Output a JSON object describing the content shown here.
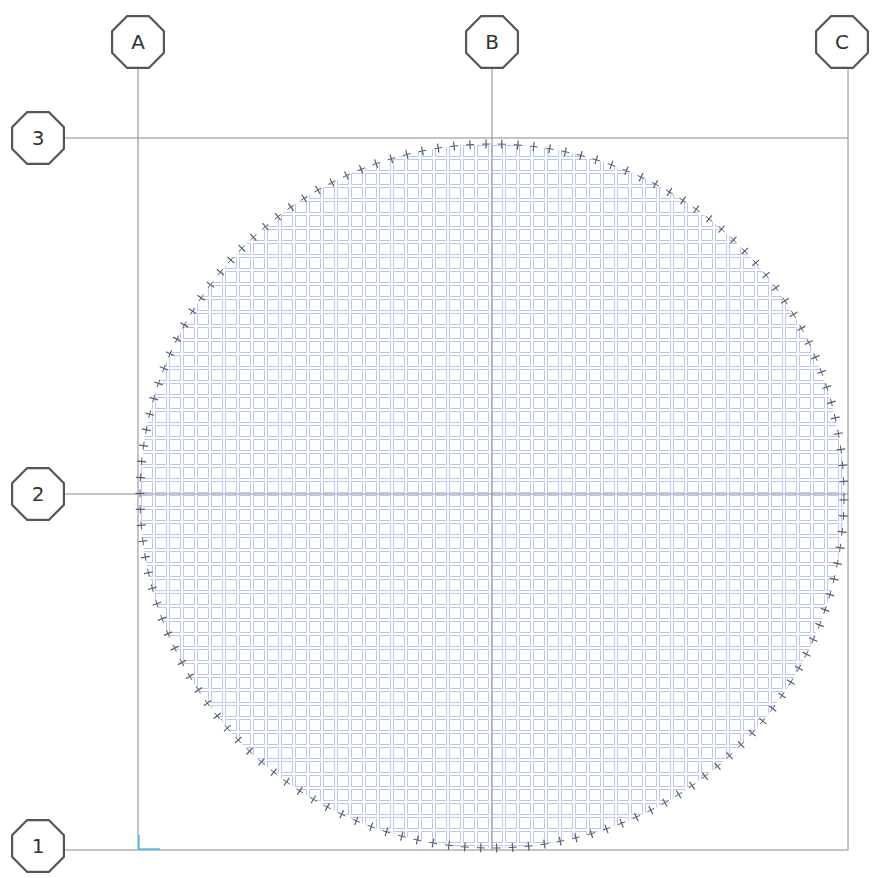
{
  "diagram": {
    "nodes": [
      {
        "text": [
          "A"
        ]
      },
      {
        "text": [
          "B"
        ]
      },
      {
        "text": [
          "C"
        ]
      },
      {
        "text": [
          "3"
        ]
      },
      {
        "text": [
          "2"
        ]
      },
      {
        "text": [
          "1"
        ]
      }
    ]
  }
}
